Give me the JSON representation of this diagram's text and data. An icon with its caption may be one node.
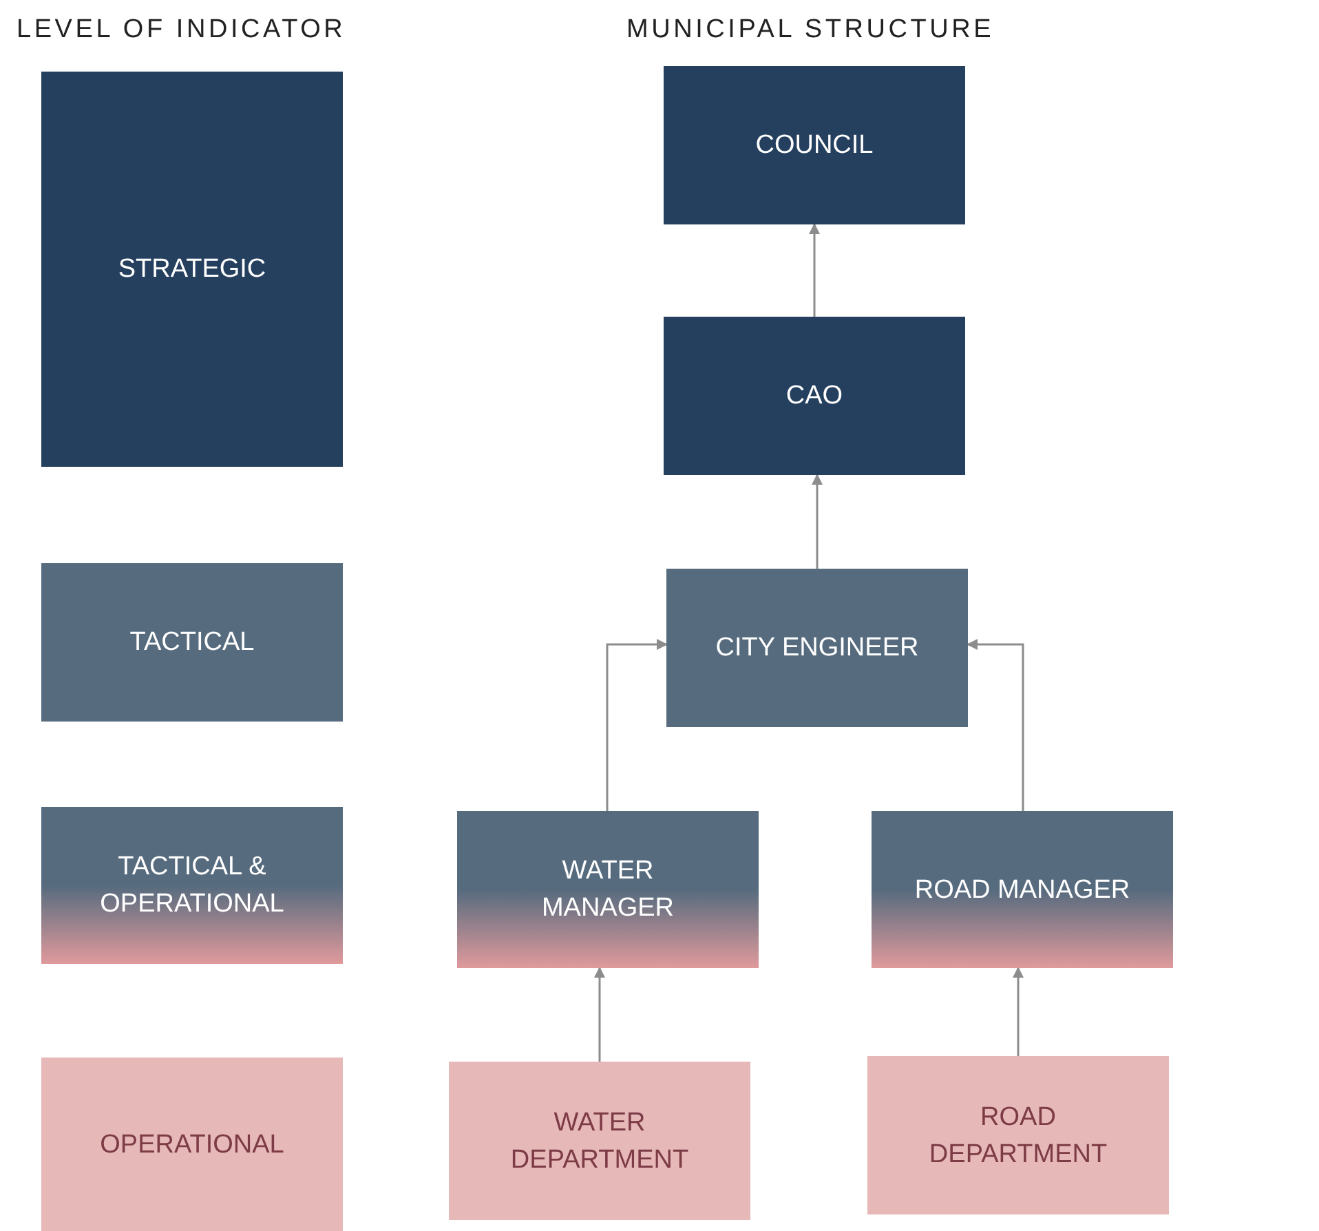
{
  "diagram": {
    "nodes": [
      {
        "text": [
          "STRATEGIC"
        ]
      },
      {
        "text": [
          "TACTICAL"
        ]
      },
      {
        "text": [
          "TACTICAL & OPERATIONAL"
        ]
      },
      {
        "text": [
          "OPERATIONAL"
        ]
      },
      {
        "text": [
          "COUNCIL"
        ]
      },
      {
        "text": [
          "CAO"
        ]
      },
      {
        "text": [
          "CITY ENGINEER"
        ]
      },
      {
        "text": [
          "WATER MANAGER"
        ]
      },
      {
        "text": [
          "ROAD MANAGER"
        ]
      },
      {
        "text": [
          "WATER DEPARTMENT"
        ]
      },
      {
        "text": [
          "ROAD DEPARTMENT"
        ]
      }
    ],
    "edges": [
      {
        "from": 5,
        "to": 4,
        "arrow": "to"
      },
      {
        "from": 6,
        "to": 5,
        "arrow": "to"
      },
      {
        "from": 7,
        "to": 6,
        "arrow": "to"
      },
      {
        "from": 8,
        "to": 6,
        "arrow": "to"
      },
      {
        "from": 9,
        "to": 7,
        "arrow": "to"
      },
      {
        "from": 10,
        "to": 8,
        "arrow": "to"
      }
    ],
    "labels": [
      "LEVEL OF INDICATOR",
      "MUNICIPAL STRUCTURE"
    ]
  }
}
